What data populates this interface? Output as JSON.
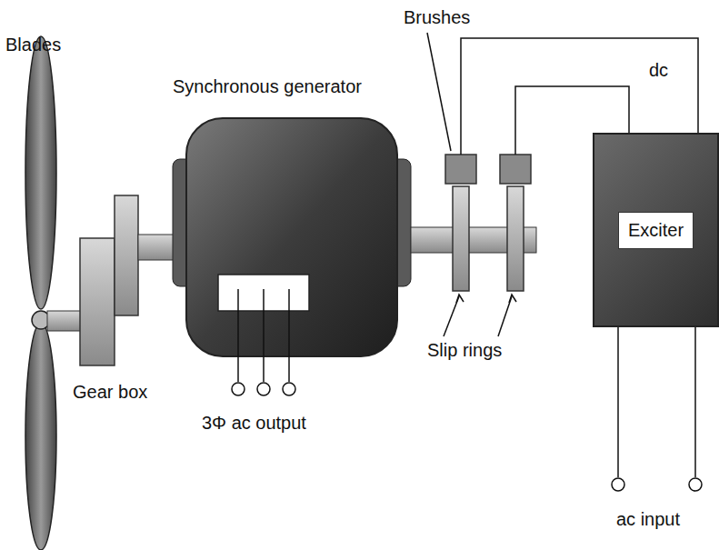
{
  "diagram": {
    "nodes": [
      {
        "text": [
          "Exciter"
        ]
      }
    ],
    "labels": [
      "Brushes",
      "Blades",
      "Synchronous generator",
      "dc",
      "Gear box",
      "3Φ ac output",
      "Slip rings",
      "ac input"
    ]
  }
}
